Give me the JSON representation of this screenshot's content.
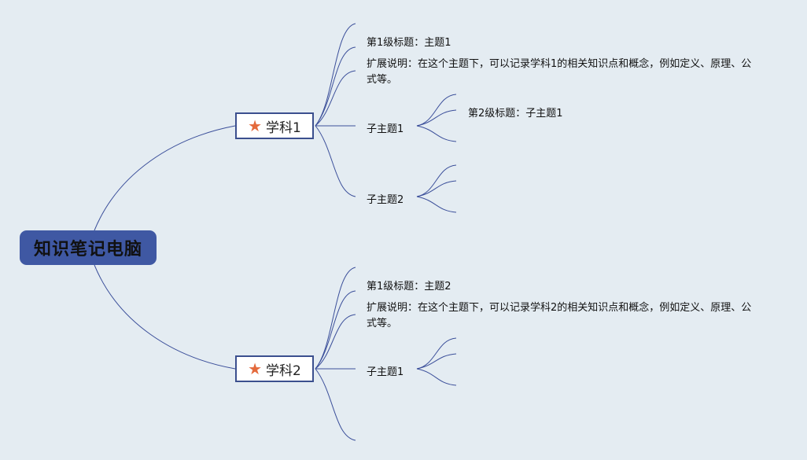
{
  "root": {
    "label": "知识笔记电脑"
  },
  "subject1": {
    "label": "学科1",
    "heading": "第1级标题：主题1",
    "description": "扩展说明：在这个主题下，可以记录学科1的相关知识点和概念，例如定义、原理、公式等。",
    "subtopics": [
      {
        "label": "子主题1",
        "child": "第2级标题：子主题1"
      },
      {
        "label": "子主题2"
      }
    ]
  },
  "subject2": {
    "label": "学科2",
    "heading": "第1级标题：主题2",
    "description": "扩展说明：在这个主题下，可以记录学科2的相关知识点和概念，例如定义、原理、公式等。",
    "subtopics": [
      {
        "label": "子主题1"
      }
    ]
  },
  "icons": {
    "subject": "star-icon"
  },
  "colors": {
    "background": "#e4ecf2",
    "root_fill": "#3f58a3",
    "connector": "#3b4f9a",
    "star": "#e46a3c"
  }
}
